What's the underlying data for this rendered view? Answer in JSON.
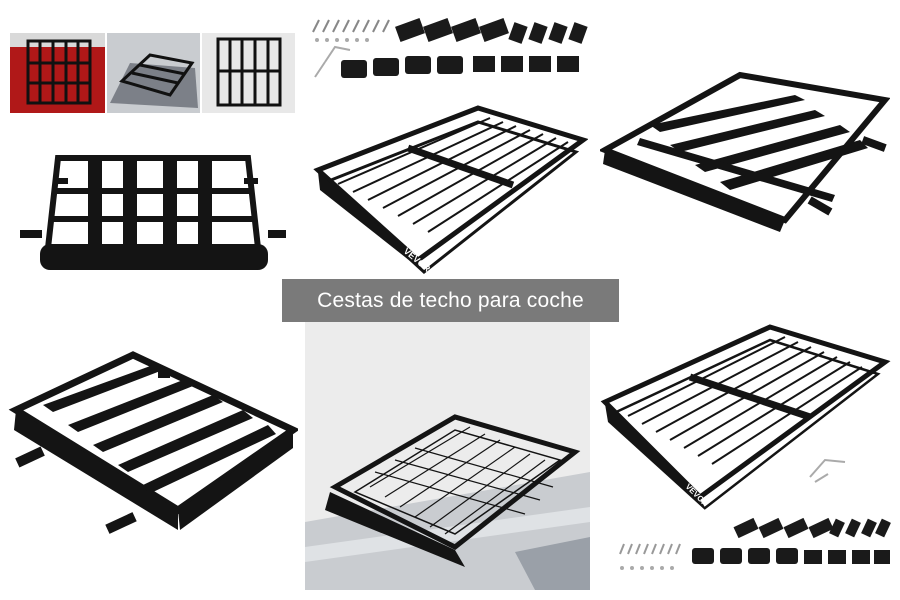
{
  "caption": "Cestas de techo para coche",
  "brand": "VEVOR",
  "colors": {
    "rack": "#141414",
    "caption_bg": "#7a7a7a",
    "caption_text": "#ffffff",
    "car_red": "#b01818",
    "car_gray": "#c9ccd0"
  },
  "tiles": [
    {
      "id": "collage",
      "subject": "three car-mounted rack photos"
    },
    {
      "id": "hardware-kit-top",
      "subject": "mounting hardware"
    },
    {
      "id": "flat-platform-rack",
      "subject": "flat platform rack with crossbars"
    },
    {
      "id": "wire-basket-rack",
      "subject": "wire basket rack with wind fairing"
    },
    {
      "id": "angled-platform-rack",
      "subject": "platform rack angled view"
    },
    {
      "id": "platform-rack-bottom-left",
      "subject": "platform rack with mounting feet"
    },
    {
      "id": "basket-on-car",
      "subject": "basket rack mounted on car roof"
    },
    {
      "id": "wire-basket-with-hardware",
      "subject": "wire basket rack with hardware kit"
    }
  ]
}
